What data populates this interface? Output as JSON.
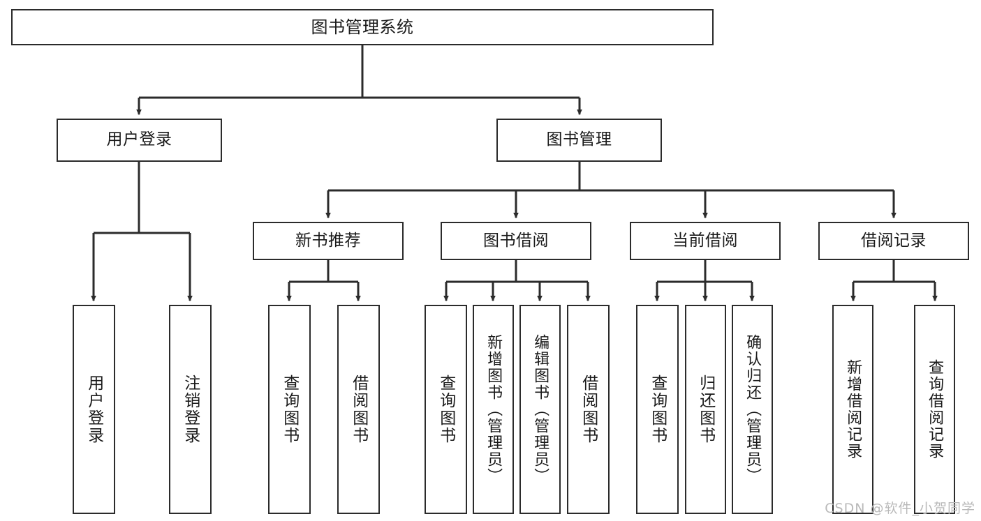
{
  "diagram": {
    "title": "图书管理系统",
    "type": "tree-hierarchy",
    "watermark": "CSDN @软件_小贺同学",
    "colors": {
      "stroke": "#2b2b2b",
      "fill": "#ffffff",
      "text": "#1a1a1a",
      "watermark": "#b9b9b9"
    },
    "nodes": {
      "root": {
        "label": "图书管理系统",
        "level": 1
      },
      "user_login": {
        "label": "用户登录",
        "level": 2
      },
      "book_manage": {
        "label": "图书管理",
        "level": 2
      },
      "new_book_rec": {
        "label": "新书推荐",
        "level": 3
      },
      "book_borrow": {
        "label": "图书借阅",
        "level": 3
      },
      "current_borrow": {
        "label": "当前借阅",
        "level": 3
      },
      "borrow_record": {
        "label": "借阅记录",
        "level": 3
      },
      "leaf_user_login": {
        "label": "用户登录",
        "level": 4
      },
      "leaf_logout": {
        "label": "注销登录",
        "level": 4
      },
      "leaf_query_book_1": {
        "label": "查询图书",
        "level": 4
      },
      "leaf_borrow_book_1": {
        "label": "借阅图书",
        "level": 4
      },
      "leaf_query_book_2": {
        "label": "查询图书",
        "level": 4
      },
      "leaf_add_book": {
        "label": "新增图书（管理员）",
        "level": 4
      },
      "leaf_edit_book": {
        "label": "编辑图书（管理员）",
        "level": 4
      },
      "leaf_borrow_book_2": {
        "label": "借阅图书",
        "level": 4
      },
      "leaf_query_book_3": {
        "label": "查询图书",
        "level": 4
      },
      "leaf_return_book": {
        "label": "归还图书",
        "level": 4
      },
      "leaf_confirm_return": {
        "label": "确认归还（管理员）",
        "level": 4
      },
      "leaf_add_record": {
        "label": "新增借阅记录",
        "level": 4
      },
      "leaf_query_record": {
        "label": "查询借阅记录",
        "level": 4
      }
    }
  }
}
